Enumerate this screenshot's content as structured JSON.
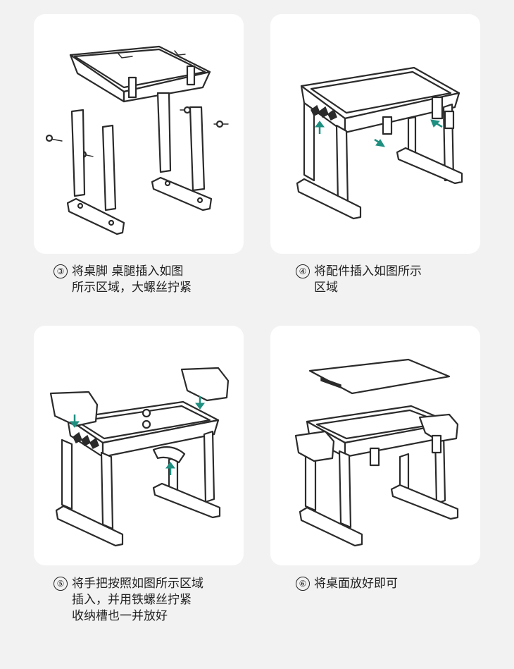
{
  "steps": [
    {
      "number": "③",
      "lines": [
        "将桌脚 桌腿插入如图",
        "所示区域，大螺丝拧紧"
      ]
    },
    {
      "number": "④",
      "lines": [
        "将配件插入如图所示",
        "区域"
      ]
    },
    {
      "number": "⑤",
      "lines": [
        "将手把按照如图所示区域",
        "插入，并用铁螺丝拧紧",
        "收纳槽也一并放好"
      ]
    },
    {
      "number": "⑥",
      "lines": [
        "将桌面放好即可"
      ]
    }
  ],
  "colors": {
    "background": "#f2f2f2",
    "panel": "#ffffff",
    "line": "#2b2b2b",
    "arrow": "#1f8f80"
  }
}
